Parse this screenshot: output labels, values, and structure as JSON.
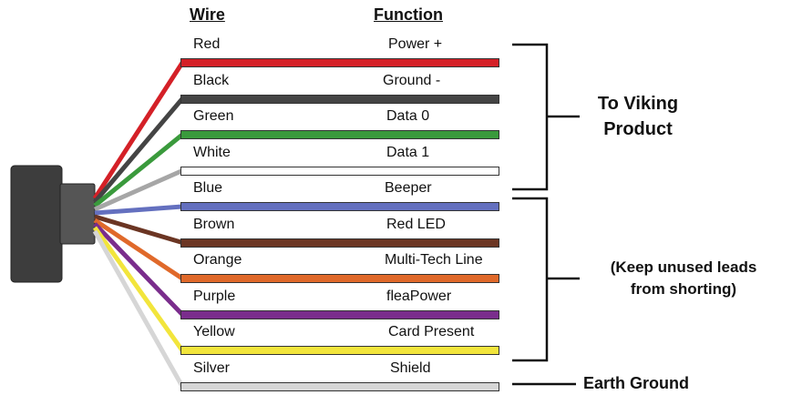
{
  "headers": {
    "wire": "Wire",
    "function": "Function"
  },
  "wires": [
    {
      "name": "Red",
      "function": "Power +",
      "color": "#d42027"
    },
    {
      "name": "Black",
      "function": "Ground -",
      "color": "#444444"
    },
    {
      "name": "Green",
      "function": "Data 0",
      "color": "#3a9a3c"
    },
    {
      "name": "White",
      "function": "Data 1",
      "color": "#ffffff"
    },
    {
      "name": "Blue",
      "function": "Beeper",
      "color": "#6470bf"
    },
    {
      "name": "Brown",
      "function": "Red LED",
      "color": "#6b3523"
    },
    {
      "name": "Orange",
      "function": "Multi-Tech Line",
      "color": "#e0692a"
    },
    {
      "name": "Purple",
      "function": "fleaPower",
      "color": "#7a2d8c"
    },
    {
      "name": "Yellow",
      "function": "Card Present",
      "color": "#f2e53c"
    },
    {
      "name": "Silver",
      "function": "Shield",
      "color": "#d6d6d6"
    }
  ],
  "callouts": {
    "viking_line1": "To Viking",
    "viking_line2": "Product",
    "keep_line1": "(Keep unused leads",
    "keep_line2": "from shorting)",
    "earth": "Earth Ground"
  },
  "colors": {
    "text": "#111111",
    "bracket": "#111111",
    "connector": "#3d3d3d"
  }
}
